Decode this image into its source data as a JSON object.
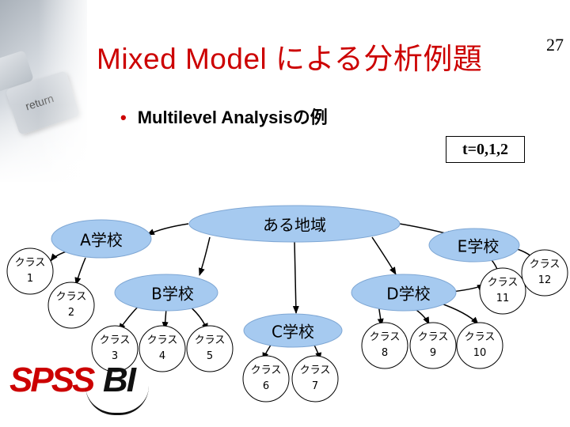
{
  "slide": {
    "title": "Mixed Model による分析例題",
    "page_number": "27",
    "bullet": "Multilevel Analysisの例",
    "bullet_marker": "•",
    "time_note": "t=0,1,2",
    "background_key_text": "return"
  },
  "diagram": {
    "root": "ある地域",
    "schools": {
      "a": "A学校",
      "b": "B学校",
      "c": "C学校",
      "d": "D学校",
      "e": "E学校"
    },
    "classes": [
      {
        "label": "クラス",
        "num": "1"
      },
      {
        "label": "クラス",
        "num": "2"
      },
      {
        "label": "クラス",
        "num": "3"
      },
      {
        "label": "クラス",
        "num": "4"
      },
      {
        "label": "クラス",
        "num": "5"
      },
      {
        "label": "クラス",
        "num": "6"
      },
      {
        "label": "クラス",
        "num": "7"
      },
      {
        "label": "クラス",
        "num": "8"
      },
      {
        "label": "クラス",
        "num": "9"
      },
      {
        "label": "クラス",
        "num": "10"
      },
      {
        "label": "クラス",
        "num": "11"
      },
      {
        "label": "クラス",
        "num": "12"
      }
    ],
    "ellipse_fill": "#a6caf0",
    "ellipse_stroke": "#7fa7d4"
  },
  "logo": {
    "spss": "SPSS",
    "bi": "BI"
  },
  "colors": {
    "title": "#cc0000",
    "bullet_marker": "#cc0000",
    "logo_spss": "#cc0000"
  }
}
